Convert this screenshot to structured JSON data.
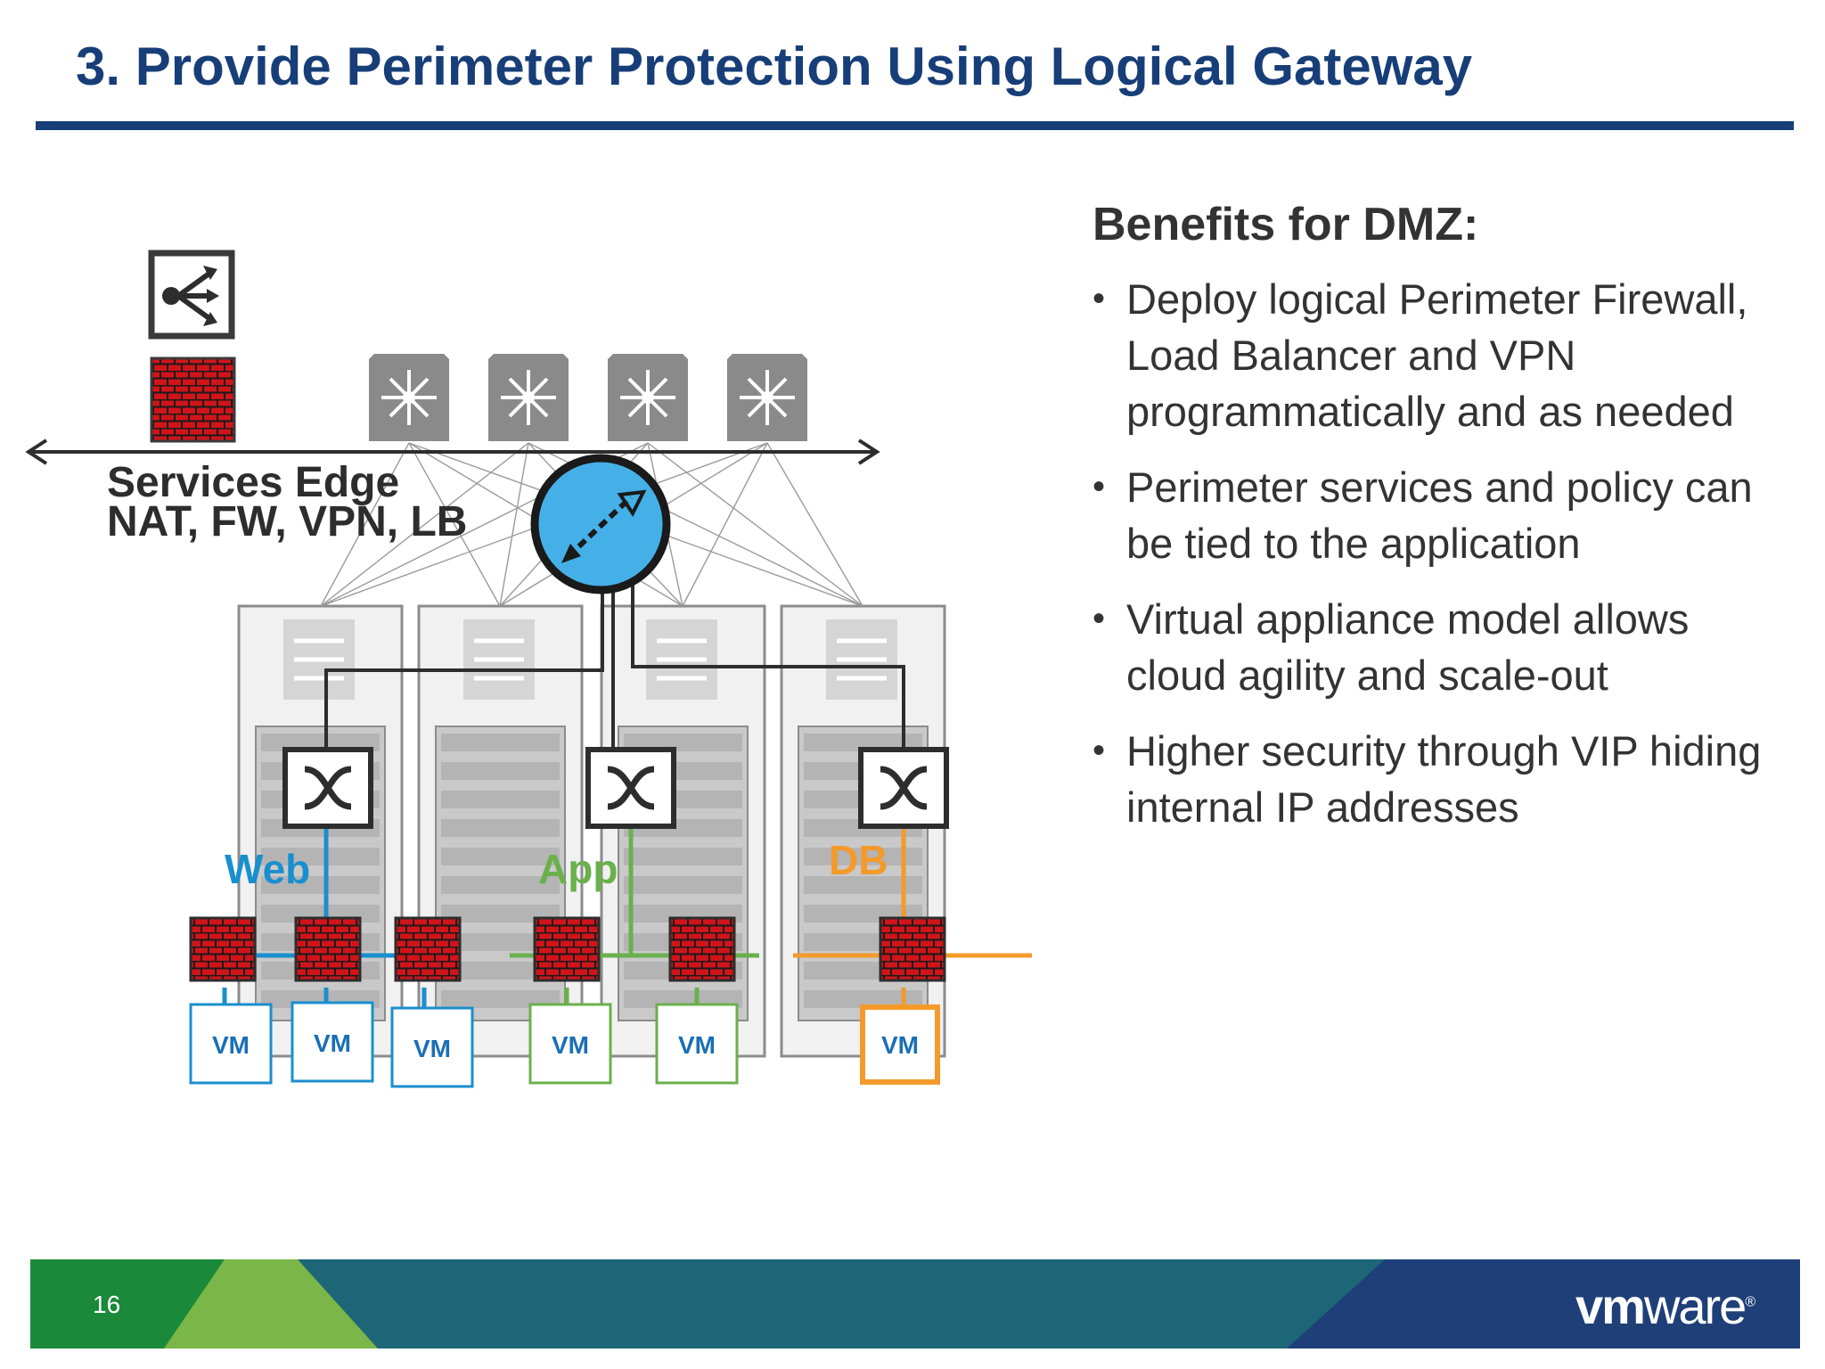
{
  "slide": {
    "title": "3. Provide Perimeter Protection Using Logical Gateway",
    "page_number": "16",
    "logo": {
      "bold": "vm",
      "light": "ware",
      "mark": "®"
    }
  },
  "diagram": {
    "services_edge_line1": "Services Edge",
    "services_edge_line2": "NAT, FW, VPN, LB",
    "tiers": [
      {
        "label": "Web",
        "color": "#1a8fce"
      },
      {
        "label": "App",
        "color": "#6ab04c"
      },
      {
        "label": "DB",
        "color": "#f39a2b"
      }
    ],
    "vm_label": "VM",
    "icons": {
      "edge_gateway": "edge-gateway-icon",
      "perimeter_firewall": "firewall-icon",
      "uplink_router": "router-icon",
      "distributed_router": "distributed-router-icon",
      "logical_switch": "logical-switch-icon",
      "host_rack": "server-rack-icon",
      "vm": "vm-icon"
    }
  },
  "benefits": {
    "heading": "Benefits for DMZ:",
    "items": [
      "Deploy logical Perimeter Firewall, Load Balancer and VPN programmatically and as needed",
      "Perimeter services and policy can be tied to the application",
      "Virtual appliance model allows cloud agility and scale-out",
      "Higher security through VIP hiding internal IP addresses"
    ]
  },
  "colors": {
    "title": "#173e78",
    "firewall": "#d0141a",
    "web": "#1a8fce",
    "app": "#6ab04c",
    "db": "#f39a2b",
    "footer_blue": "#1e3f78",
    "footer_teal": "#1d6678",
    "footer_green": "#1a8a3a",
    "footer_lightgreen": "#7ab648"
  }
}
